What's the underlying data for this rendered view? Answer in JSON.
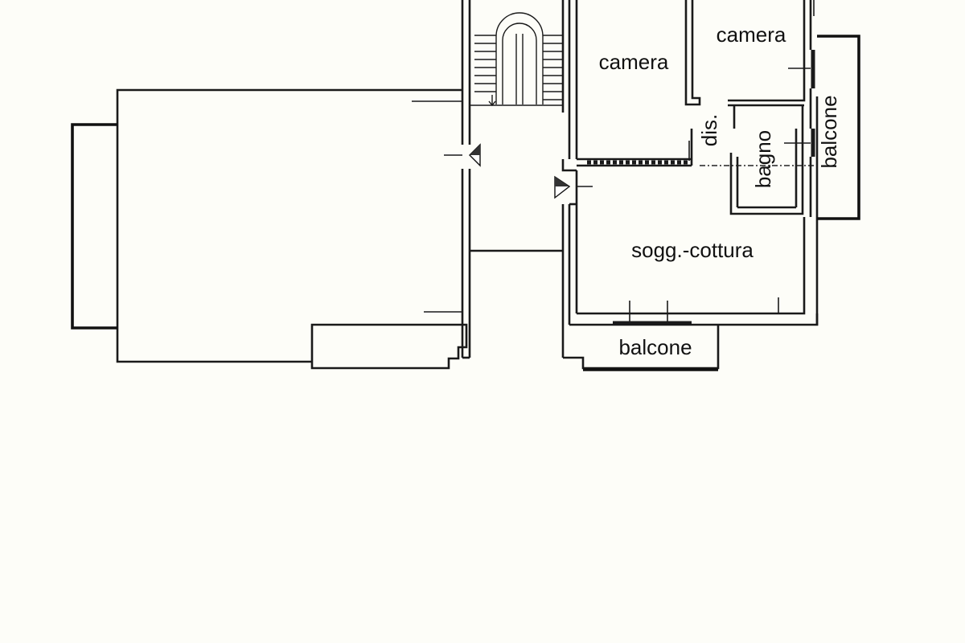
{
  "rooms": {
    "camera_left": "camera",
    "camera_right": "camera",
    "dis": "dis.",
    "bagno": "bagno",
    "balcone_right": "balcone",
    "soggiorno": "sogg.-cottura",
    "balcone_bottom": "balcone"
  },
  "colors": {
    "background": "#fdfdf8",
    "line": "#1a1a1a"
  }
}
